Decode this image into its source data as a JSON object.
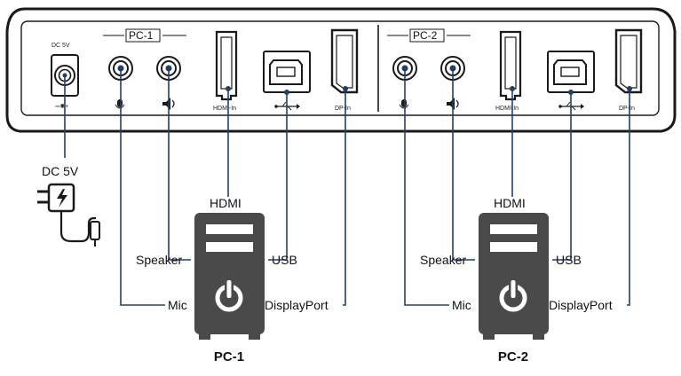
{
  "panel": {
    "dc_label": "DC 5V",
    "dc_symbol": "⎓◉+",
    "groups": [
      {
        "tag": "PC-1",
        "ports": [
          {
            "id": "mic",
            "icon": "mic-icon"
          },
          {
            "id": "speaker",
            "icon": "speaker-icon"
          },
          {
            "id": "hdmi",
            "icon": "hdmi-port",
            "label": "HDMI-In"
          },
          {
            "id": "usb",
            "icon": "usb-icon"
          },
          {
            "id": "dp",
            "icon": "displayport-port",
            "label": "DP-In"
          }
        ]
      },
      {
        "tag": "PC-2",
        "ports": [
          {
            "id": "mic",
            "icon": "mic-icon"
          },
          {
            "id": "speaker",
            "icon": "speaker-icon"
          },
          {
            "id": "hdmi",
            "icon": "hdmi-port",
            "label": "HDMI-In"
          },
          {
            "id": "usb",
            "icon": "usb-icon"
          },
          {
            "id": "dp",
            "icon": "displayport-port",
            "label": "DP-In"
          }
        ]
      }
    ]
  },
  "power": {
    "label": "DC 5V",
    "icon": "power-adapter-icon"
  },
  "pcs": [
    {
      "name": "PC-1",
      "icon": "pc-tower-icon",
      "cables": {
        "hdmi": "HDMI",
        "speaker": "Speaker",
        "usb": "USB",
        "mic": "Mic",
        "dp": "DisplayPort"
      }
    },
    {
      "name": "PC-2",
      "icon": "pc-tower-icon",
      "cables": {
        "hdmi": "HDMI",
        "speaker": "Speaker",
        "usb": "USB",
        "mic": "Mic",
        "dp": "DisplayPort"
      }
    }
  ],
  "colors": {
    "wire": "#1f3f73",
    "tower": "#4a4a4a",
    "panel_stroke": "#1a1a1a"
  }
}
